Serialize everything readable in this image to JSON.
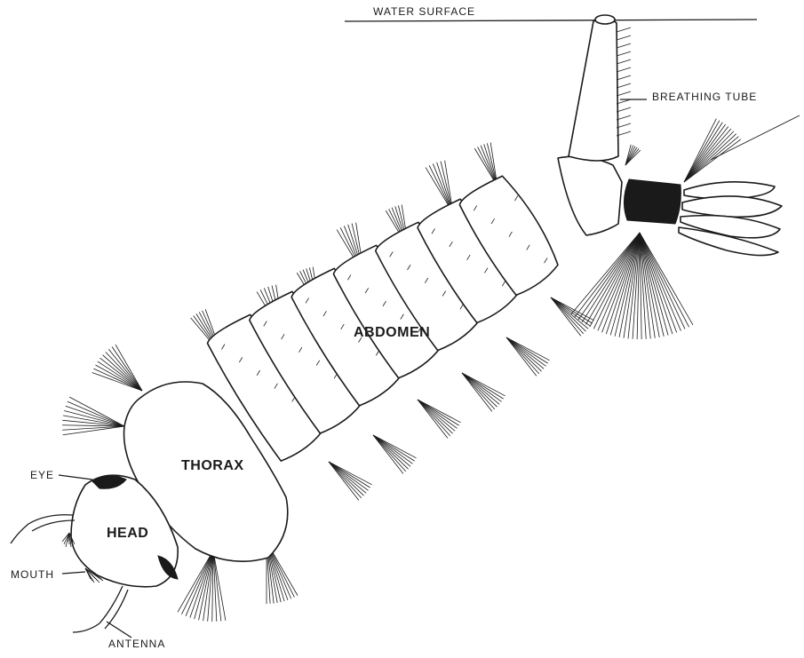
{
  "diagram": {
    "labels": {
      "water_surface": "WATER SURFACE",
      "breathing_tube": "BREATHING TUBE",
      "abdomen": "ABDOMEN",
      "thorax": "THORAX",
      "head": "HEAD",
      "eye": "EYE",
      "mouth": "MOUTH",
      "antenna": "ANTENNA"
    },
    "abdomen_segment_count": 8,
    "colors": {
      "ink": "#1a1a1a",
      "paper": "#ffffff"
    }
  }
}
